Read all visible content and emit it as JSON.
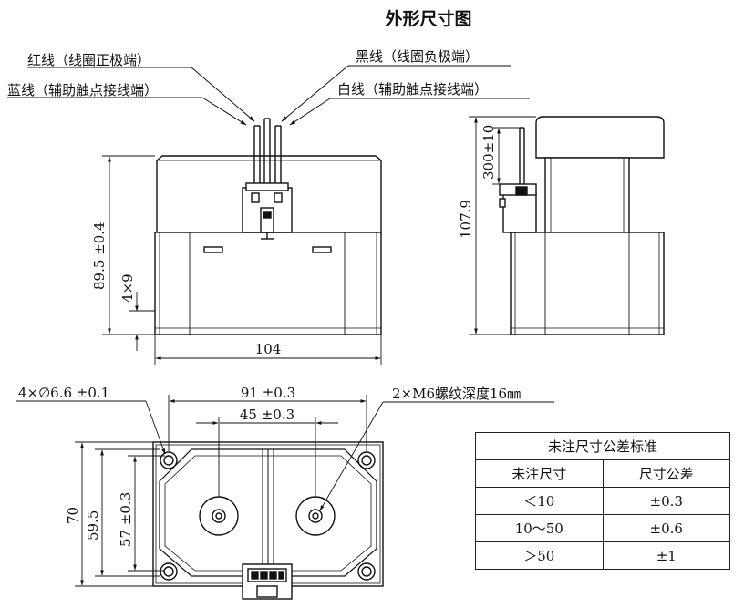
{
  "title": "外形尺寸图",
  "labels": {
    "red_wire": "红线（线圈正极端）",
    "blue_wire": "蓝线（辅助触点接线端）",
    "black_wire": "黑线（线圈负极端）",
    "white_wire": "白线（辅助触点接线端）",
    "holes": "4×∅6.6 ±0.1",
    "thread": "2×M6螺纹深度16㎜"
  },
  "dimensions": {
    "height_front": "89.5 ±0.4",
    "slot": "4×9",
    "width_front": "104",
    "wire_length": "300±10",
    "height_side": "107.9",
    "hole_span": "91 ±0.3",
    "terminal_span": "45 ±0.3",
    "base_depth": "70",
    "hole_depth": "59.5",
    "inner_depth": "57 ±0.3"
  },
  "tolerance_table": {
    "title": "未注尺寸公差标准",
    "headers": [
      "未注尺寸",
      "尺寸公差"
    ],
    "rows": [
      [
        "＜10",
        "±0.3"
      ],
      [
        "10～50",
        "±0.6"
      ],
      [
        "＞50",
        "±1"
      ]
    ]
  }
}
